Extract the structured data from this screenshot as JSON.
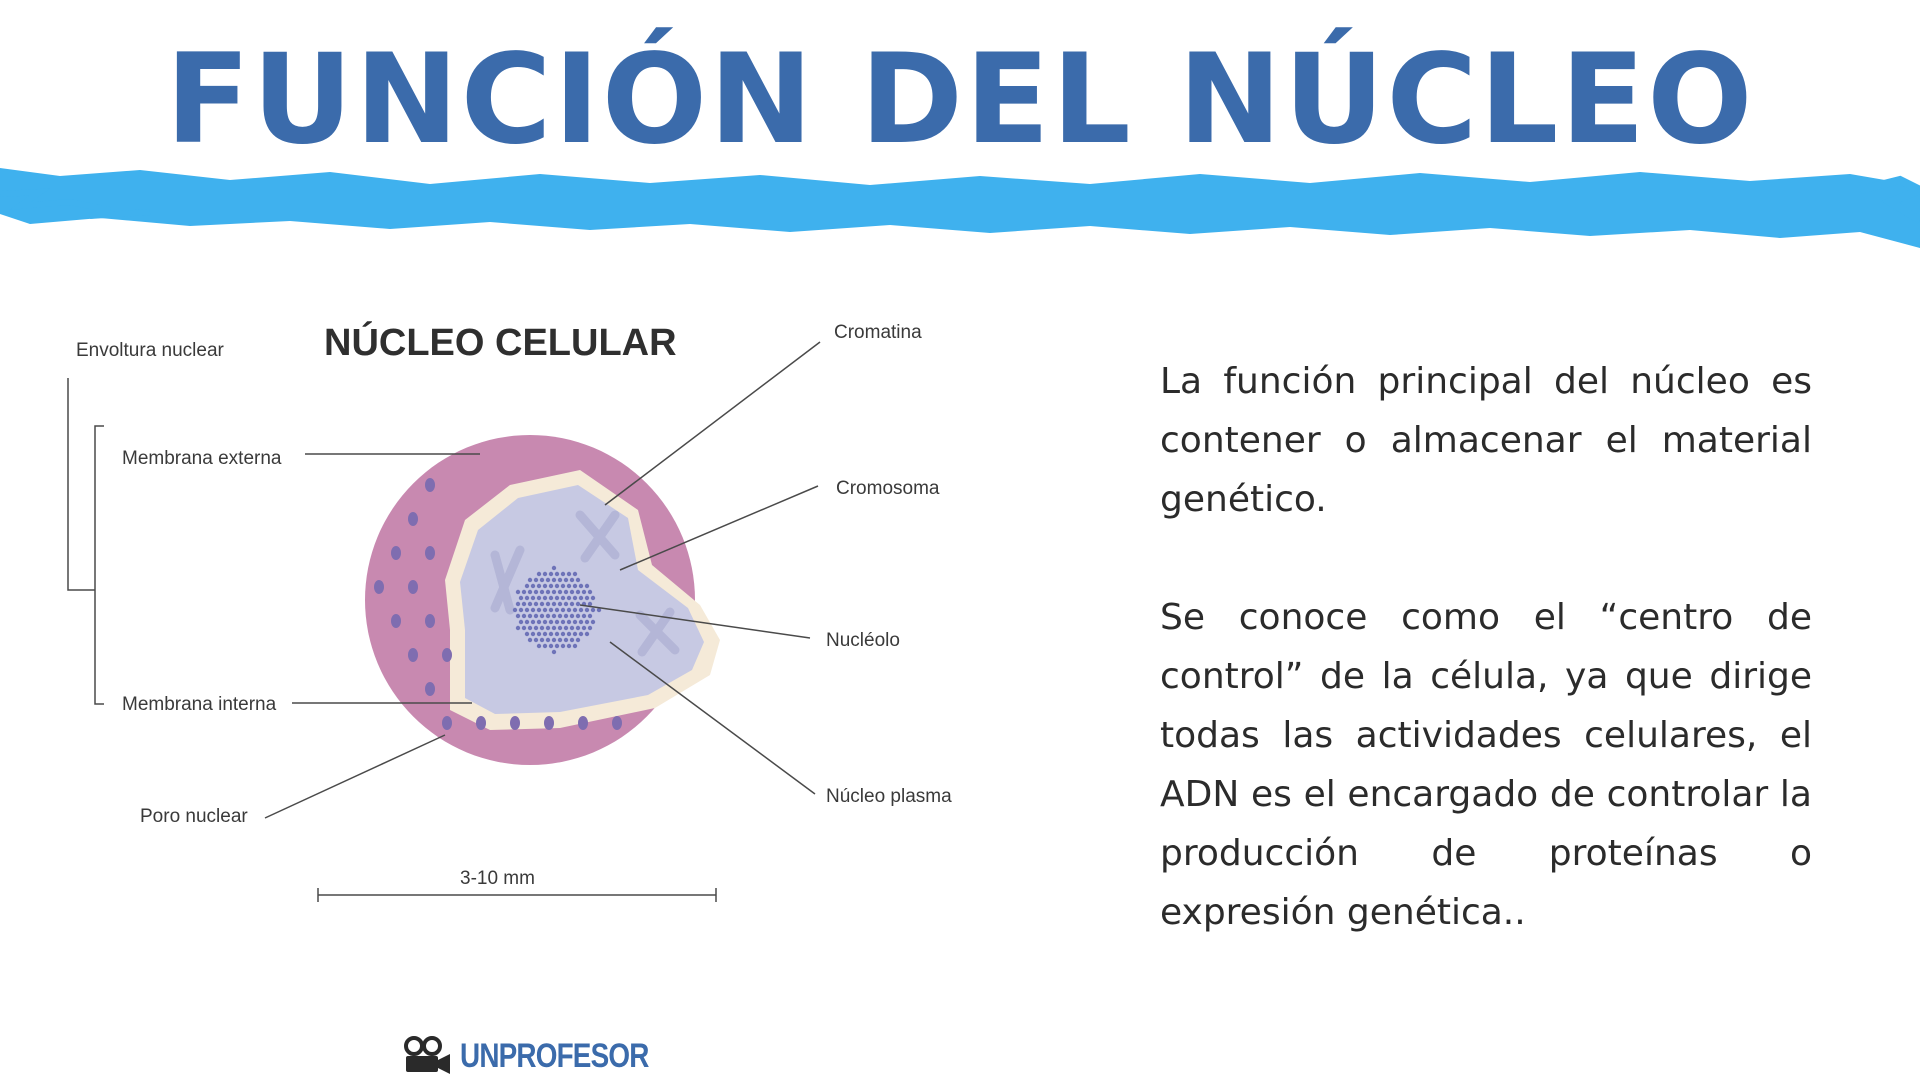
{
  "title": "FUNCIÓN DEL NÚCLEO",
  "colors": {
    "title": "#3b6bab",
    "brush": "#3fb1ee",
    "sphere": "#c889b0",
    "pores": "#7f6db0",
    "nucleoplasm": "#c7c9e3"
  },
  "diagram": {
    "title": "NÚCLEO CELULAR",
    "labels": {
      "envoltura": "Envoltura nuclear",
      "membrana_externa": "Membrana externa",
      "membrana_interna": "Membrana interna",
      "poro": "Poro nuclear",
      "cromatina": "Cromatina",
      "cromosoma": "Cromosoma",
      "nucleolo": "Nucléolo",
      "nucleoplasma": "Núcleo plasma",
      "escala": "3-10 mm"
    }
  },
  "paragraphs": [
    "La función principal del núcleo es contener o almacenar el material genético.",
    "Se conoce como el “centro de control” de la célula, ya que dirige todas las actividades celulares, el ADN es el encargado de controlar la producción de proteínas o expresión genética.."
  ],
  "logo": {
    "text": "UNPROFESOR",
    "icon": "film-camera-icon"
  }
}
